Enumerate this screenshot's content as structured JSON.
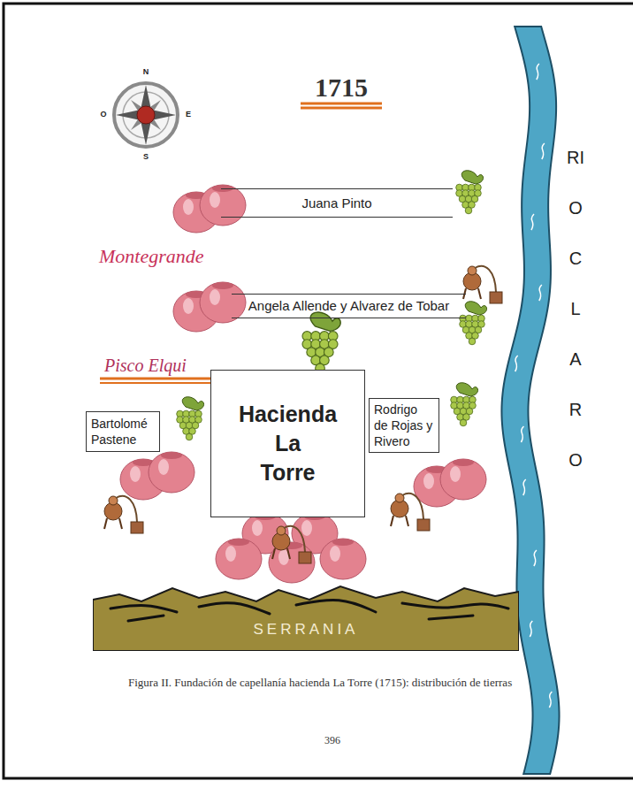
{
  "diagram": {
    "title": "1715",
    "caption": "Figura II. Fundación de capellanía hacienda La Torre (1715): distribución de tierras",
    "nodes": [
      {
        "text": [
          "Juana Pinto"
        ]
      },
      {
        "text": [
          "Angela Allende y Alvarez de Tobar"
        ]
      },
      {
        "text": [
          "Bartolomé Pastene"
        ]
      },
      {
        "text": [
          "Hacienda La Torre"
        ]
      },
      {
        "text": [
          "Rodrigo de Rojas y Rivero"
        ]
      },
      {
        "text": [
          "SERRANIA"
        ]
      }
    ],
    "labels": [
      "N",
      "O",
      "E",
      "S",
      "Montegrande",
      "Pisco Elqui",
      "RIO CLARO",
      "396"
    ]
  }
}
